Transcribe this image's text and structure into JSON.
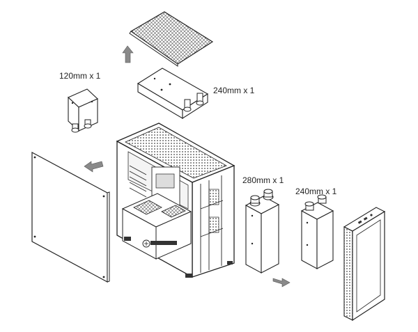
{
  "labels": {
    "rad_120_top": "120mm x 1",
    "rad_240_top": "240mm x 1",
    "rad_280_front": "280mm x 1",
    "rad_240_front": "240mm x 1"
  },
  "colors": {
    "line": "#222222",
    "arrow_fill": "#8a8a8a",
    "mesh": "#555555",
    "dark_fill": "#333333"
  },
  "icons": {
    "arrow_up": "arrow-up-icon",
    "arrow_left": "arrow-left-icon",
    "arrow_down_right": "arrow-down-right-icon"
  }
}
